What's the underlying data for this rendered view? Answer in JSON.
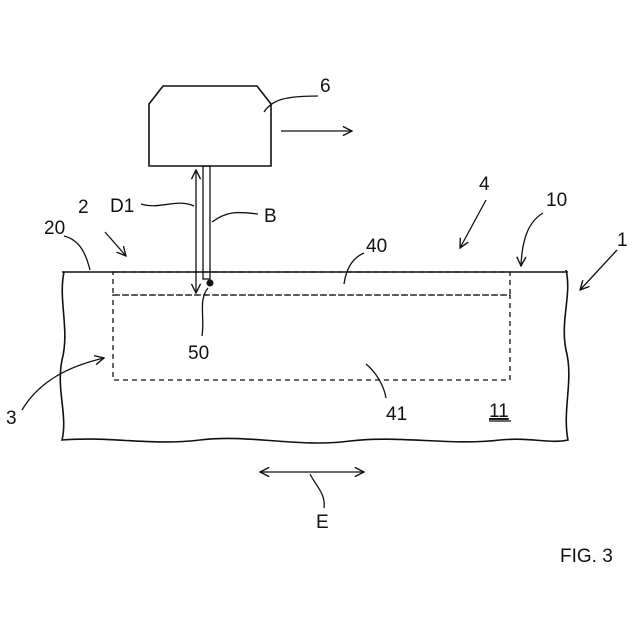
{
  "labels": {
    "workpiece": "1",
    "region": "2",
    "zone": "3",
    "section": "4",
    "device": "6",
    "surface": "10",
    "body": "11",
    "edge": "20",
    "layer_top": "40",
    "layer_bottom": "41",
    "point": "50",
    "beam": "B",
    "distance": "D1",
    "direction": "E"
  },
  "caption": "FIG. 3"
}
